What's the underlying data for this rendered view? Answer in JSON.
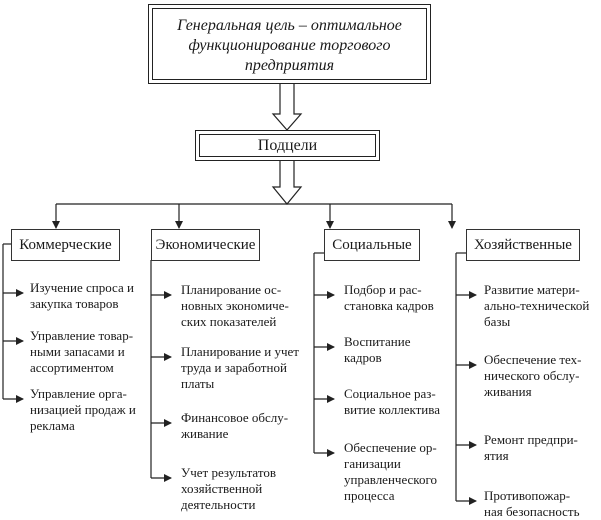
{
  "goal": {
    "line1": "Генеральная цель – оптимальное",
    "line2": "функционирование торгового",
    "line3": "предприятия"
  },
  "subgoals": {
    "label": "Подцели"
  },
  "categories": [
    {
      "label": "Коммерческие",
      "items": [
        [
          "Изучение спроса и",
          "закупка товаров"
        ],
        [
          "Управление товар-",
          "ными запасами и",
          "ассортиментом"
        ],
        [
          "Управление орга-",
          "низацией продаж и",
          "реклама"
        ]
      ]
    },
    {
      "label": "Экономические",
      "items": [
        [
          "Планирование ос-",
          "новных экономиче-",
          "ских показателей"
        ],
        [
          "Планирование и учет",
          "труда и заработной",
          "платы"
        ],
        [
          "Финансовое обслу-",
          "живание"
        ],
        [
          "Учет результатов",
          "хозяйственной",
          "деятельности"
        ]
      ]
    },
    {
      "label": "Социальные",
      "items": [
        [
          "Подбор и рас-",
          "становка кадров"
        ],
        [
          "Воспитание",
          "кадров"
        ],
        [
          "Социальное раз-",
          "витие коллектива"
        ],
        [
          "Обеспечение ор-",
          "ганизации",
          "управленческого",
          "процесса"
        ]
      ]
    },
    {
      "label": "Хозяйственные",
      "items": [
        [
          "Развитие матери-",
          "ально-технической",
          "базы"
        ],
        [
          "Обеспечение тех-",
          "нического обслу-",
          "живания"
        ],
        [
          "Ремонт предпри-",
          "ятия"
        ],
        [
          "Противопожар-",
          "ная безопасность"
        ]
      ]
    }
  ]
}
